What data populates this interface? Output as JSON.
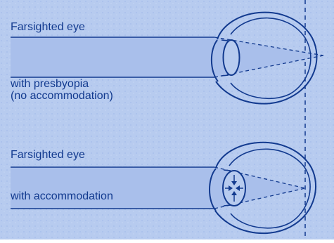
{
  "top_panel": {
    "title": "Farsighted eye",
    "subtitle_line_1": "with presbyopia",
    "subtitle_line_2": "(no accommodation)"
  },
  "bottom_panel": {
    "title": "Farsighted eye",
    "subtitle": "with accommodation"
  },
  "colors": {
    "background": "#b7cbef",
    "ink": "#123a8f",
    "beam": "#a9bfeb",
    "guide": "#123a8f"
  }
}
